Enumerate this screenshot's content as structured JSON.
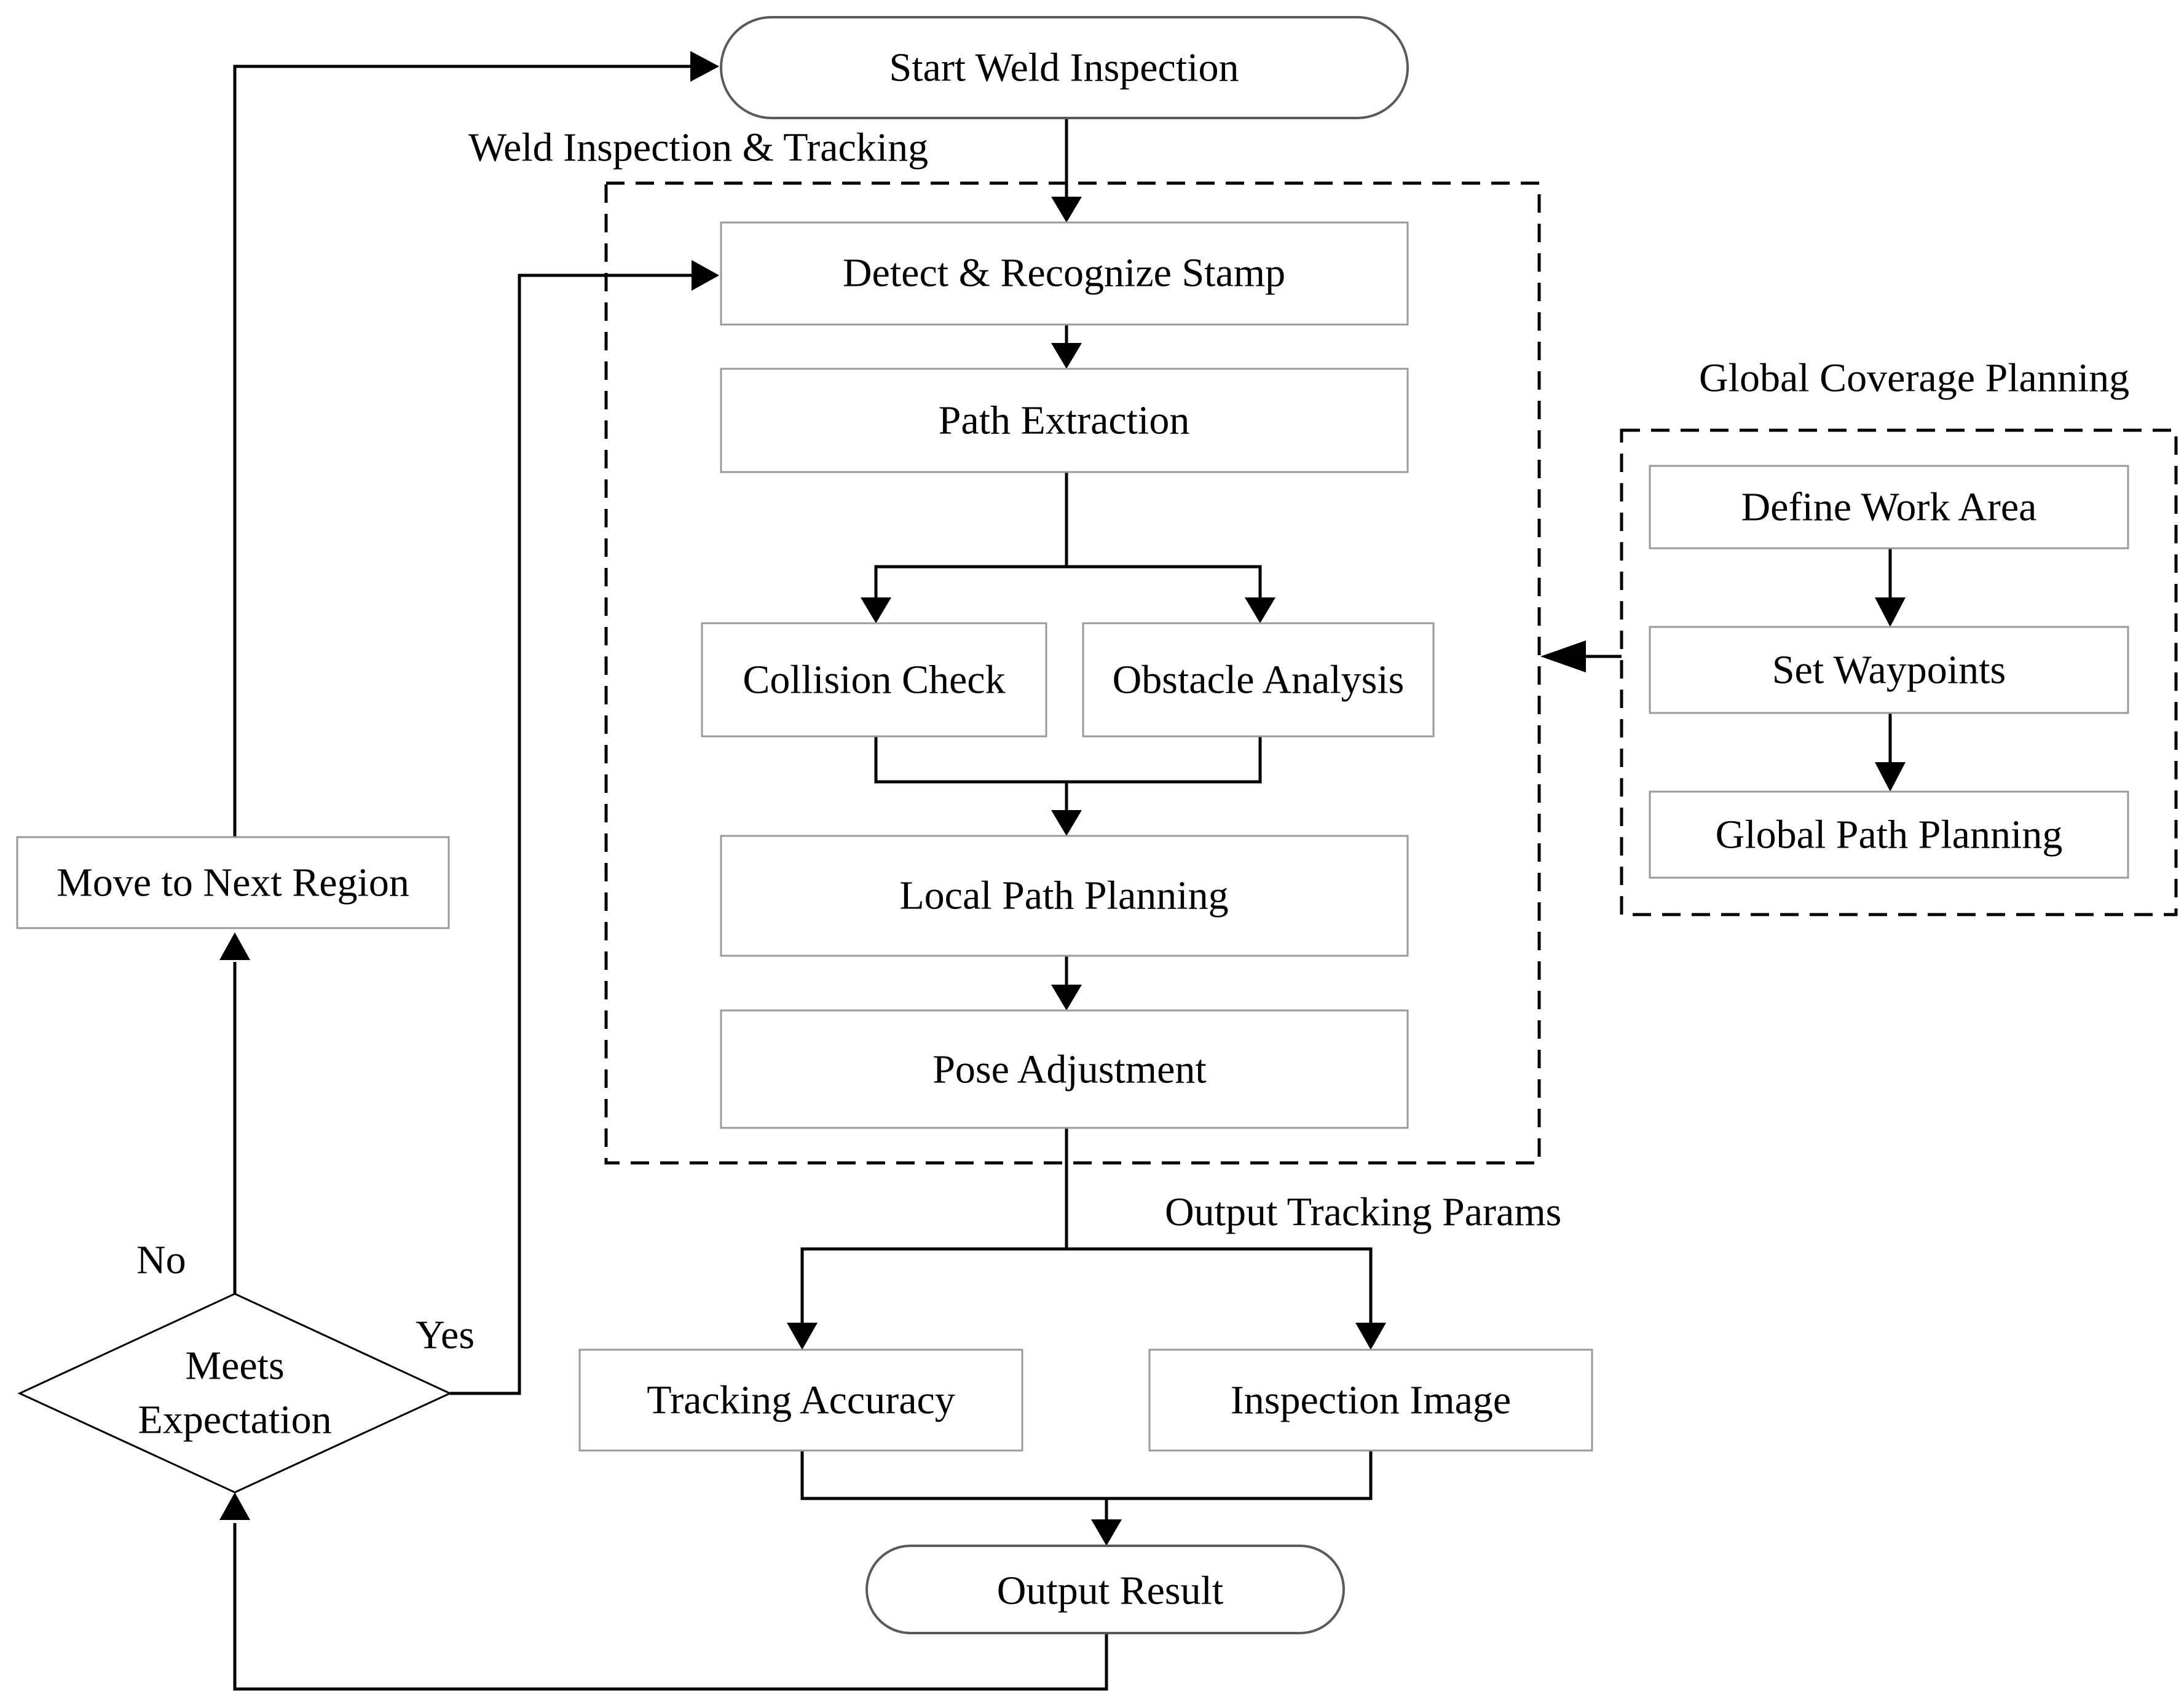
{
  "diagram": {
    "start": "Start Weld Inspection",
    "group_main": "Weld Inspection & Tracking",
    "detect": "Detect & Recognize Stamp",
    "path_extraction": "Path Extraction",
    "collision_check": "Collision Check",
    "obstacle_analysis": "Obstacle Analysis",
    "local_path_planning": "Local Path Planning",
    "pose_adjustment": "Pose Adjustment",
    "group_global": "Global Coverage Planning",
    "define_work_area": "Define Work Area",
    "set_waypoints": "Set Waypoints",
    "global_path_planning": "Global Path Planning",
    "output_params": "Output Tracking Params",
    "tracking_accuracy": "Tracking Accuracy",
    "inspection_image": "Inspection Image",
    "output_result": "Output Result",
    "decision_line1": "Meets",
    "decision_line2": "Expectation",
    "yes": "Yes",
    "no": "No",
    "move_next": "Move to Next Region"
  }
}
